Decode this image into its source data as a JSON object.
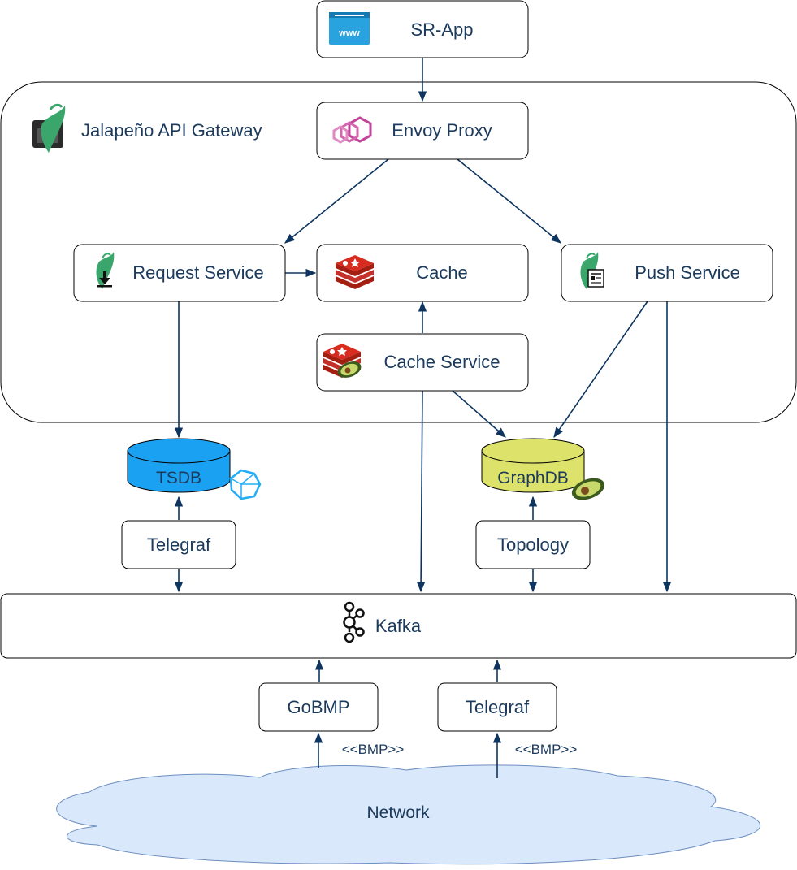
{
  "nodes": {
    "sr_app": "SR-App",
    "gateway": "Jalapeño API Gateway",
    "envoy": "Envoy Proxy",
    "request_service": "Request Service",
    "cache": "Cache",
    "push_service": "Push Service",
    "cache_service": "Cache Service",
    "tsdb": "TSDB",
    "graphdb": "GraphDB",
    "telegraf_top": "Telegraf",
    "topology": "Topology",
    "kafka": "Kafka",
    "gobmp": "GoBMP",
    "telegraf_bottom": "Telegraf",
    "network": "Network"
  },
  "edge_labels": {
    "bmp_left": "<<BMP>>",
    "bmp_right": "<<BMP>>"
  },
  "icons": {
    "sr_app": "www-browser-icon",
    "gateway": "jalapeno-gateway-icon",
    "envoy": "envoy-icon",
    "request_service": "jalapeno-download-icon",
    "cache": "redis-icon",
    "push_service": "jalapeno-document-icon",
    "cache_service": "redis-avocado-icon",
    "tsdb": "influxdb-icon",
    "graphdb": "arangodb-avocado-icon",
    "kafka": "kafka-icon"
  },
  "colors": {
    "text": "#1b3a5c",
    "edge": "#0e355f",
    "tsdb_fill": "#1ba1f2",
    "graphdb_fill": "#dde26a",
    "network_fill": "#dae8fc",
    "network_stroke": "#6c8ebf"
  }
}
